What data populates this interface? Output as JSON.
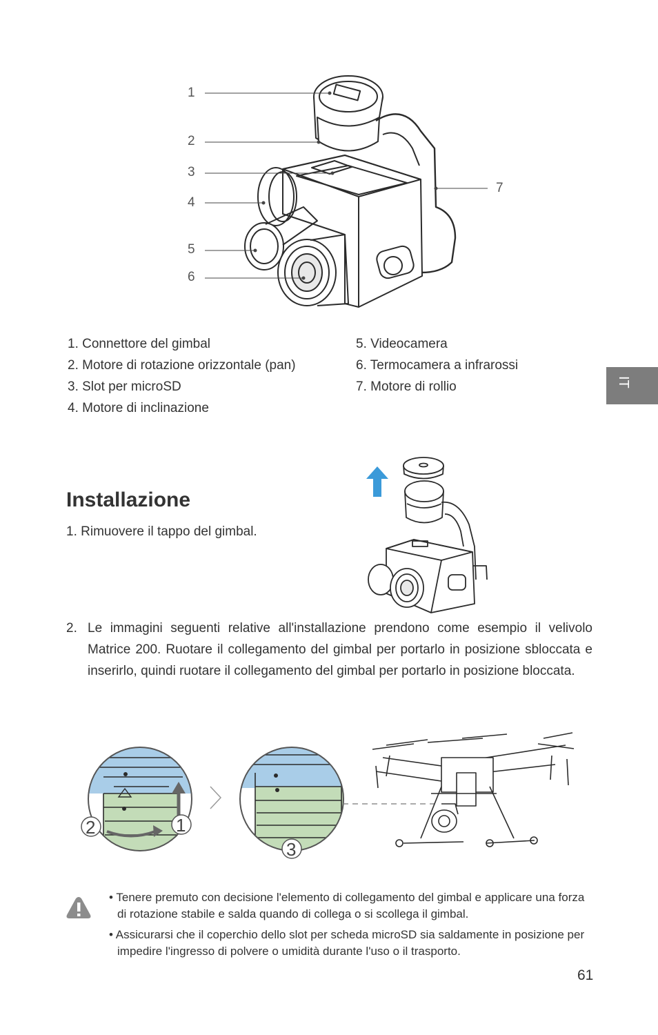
{
  "diagram": {
    "callouts": [
      "1",
      "2",
      "3",
      "4",
      "5",
      "6",
      "7"
    ]
  },
  "legend": {
    "left": [
      "1. Connettore del gimbal",
      "2. Motore di rotazione orizzontale (pan)",
      "3. Slot per microSD",
      "4. Motore di inclinazione"
    ],
    "right": [
      "5. Videocamera",
      "6. Termocamera a infrarossi",
      "7. Motore di rollio"
    ]
  },
  "side_tab": {
    "label": "IT"
  },
  "installation": {
    "title": "Installazione",
    "step1": "1. Rimuovere il tappo del gimbal.",
    "step2_number": "2.",
    "step2": "Le immagini seguenti relative all'installazione prendono come esempio il velivolo Matrice 200. Ruotare il collegamento del gimbal per portarlo in posizione sbloccata e inserirlo, quindi ruotare il collegamento del gimbal per portarlo in posizione bloccata.",
    "step_markers": [
      "1",
      "2",
      "3"
    ]
  },
  "warnings": [
    "Tenere premuto con decisione l'elemento di collegamento del gimbal e applicare una forza di rotazione stabile e salda quando di collega o si scollega il gimbal.",
    "Assicurarsi che il coperchio dello slot per scheda microSD sia saldamente in posizione per impedire l'ingresso di polvere o umidità durante l'uso o il trasporto."
  ],
  "page_number": "61",
  "colors": {
    "tab": "#7d7d7d",
    "arrow_blue": "#3b9ad9",
    "ring_blue": "#a9cde8",
    "ring_green": "#c3dcb8",
    "warning_icon": "#8c8c8c"
  }
}
